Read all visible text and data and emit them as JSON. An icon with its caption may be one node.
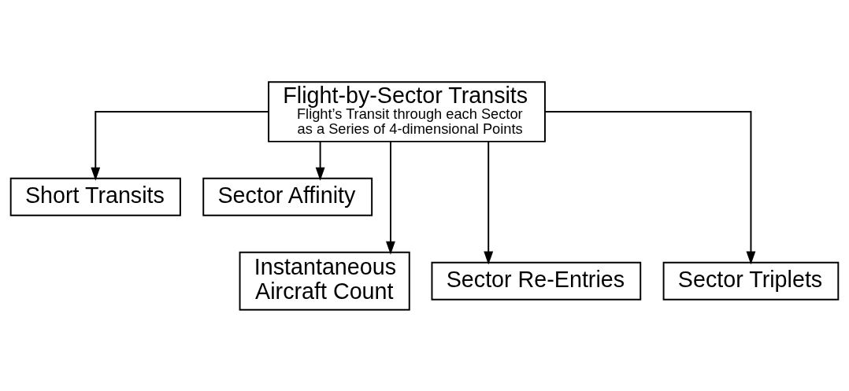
{
  "diagram": {
    "nodes": [
      {
        "text": [
          "Flight-by-Sector Transits",
          "Flight’s Transit through each Sector as a Series of 4-dimensional Points"
        ]
      },
      {
        "text": [
          "Short Transits"
        ]
      },
      {
        "text": [
          "Sector Affinity"
        ]
      },
      {
        "text": [
          "Instantaneous Aircraft Count"
        ]
      },
      {
        "text": [
          "Sector Re-Entries"
        ]
      },
      {
        "text": [
          "Sector Triplets"
        ]
      }
    ],
    "edges": [
      {
        "from": 0,
        "to": 3,
        "arrow": "to"
      },
      {
        "from": 0,
        "to": 1,
        "arrow": "to"
      },
      {
        "from": 0,
        "to": 4,
        "arrow": "to"
      },
      {
        "from": 0,
        "to": 2,
        "arrow": "to"
      },
      {
        "from": 0,
        "to": 5,
        "arrow": "to"
      }
    ]
  }
}
